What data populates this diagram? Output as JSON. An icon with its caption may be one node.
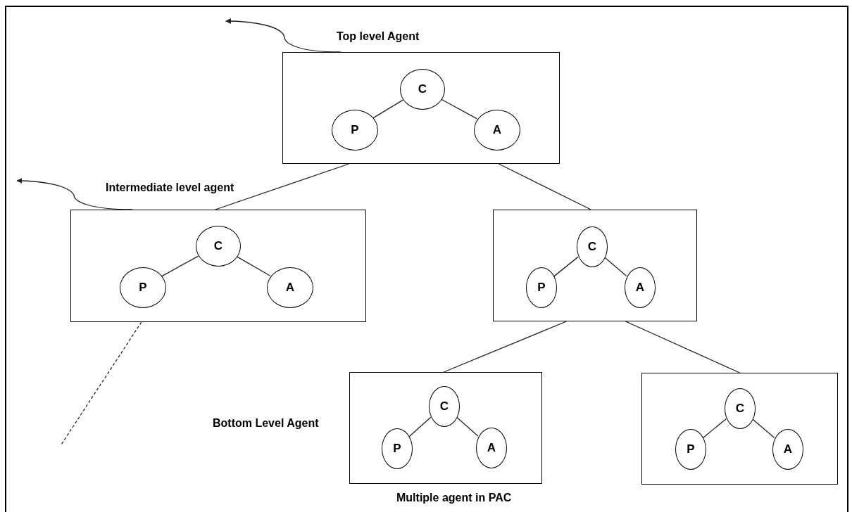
{
  "diagram": {
    "caption": "Multiple agent in PAC",
    "nodes": [
      {
        "text": [],
        "shape": "box",
        "beside": [
          "Top level Agent"
        ]
      },
      {
        "text": [
          "C"
        ],
        "in": 0
      },
      {
        "text": [
          "P"
        ],
        "in": 0
      },
      {
        "text": [
          "A"
        ],
        "in": 0
      },
      {
        "text": [],
        "shape": "box",
        "beside": [
          "Intermediate level agent"
        ]
      },
      {
        "text": [
          "C"
        ],
        "in": 4
      },
      {
        "text": [
          "P"
        ],
        "in": 4
      },
      {
        "text": [
          "A"
        ],
        "in": 4
      },
      {
        "text": [],
        "shape": "box"
      },
      {
        "text": [
          "C"
        ],
        "in": 8
      },
      {
        "text": [
          "P"
        ],
        "in": 8
      },
      {
        "text": [
          "A"
        ],
        "in": 8
      },
      {
        "text": [],
        "shape": "box",
        "beside": [
          "Bottom Level Agent"
        ]
      },
      {
        "text": [
          "C"
        ],
        "in": 12
      },
      {
        "text": [
          "P"
        ],
        "in": 12
      },
      {
        "text": [
          "A"
        ],
        "in": 12
      },
      {
        "text": [],
        "shape": "box"
      },
      {
        "text": [
          "C"
        ],
        "in": 16
      },
      {
        "text": [
          "P"
        ],
        "in": 16
      },
      {
        "text": [
          "A"
        ],
        "in": 16
      }
    ],
    "edges": [
      {
        "from": 1,
        "to": 2,
        "arrow": "none"
      },
      {
        "from": 1,
        "to": 3,
        "arrow": "none"
      },
      {
        "from": 0,
        "to": 4,
        "arrow": "none"
      },
      {
        "from": 0,
        "to": 8,
        "arrow": "none"
      },
      {
        "from": 5,
        "to": 6,
        "arrow": "none"
      },
      {
        "from": 5,
        "to": 7,
        "arrow": "none"
      },
      {
        "from": 9,
        "to": 10,
        "arrow": "none"
      },
      {
        "from": 9,
        "to": 11,
        "arrow": "none"
      },
      {
        "from": 8,
        "to": 12,
        "arrow": "none"
      },
      {
        "from": 8,
        "to": 16,
        "arrow": "none"
      },
      {
        "from": 13,
        "to": 14,
        "arrow": "none"
      },
      {
        "from": 13,
        "to": 15,
        "arrow": "none"
      },
      {
        "from": 17,
        "to": 18,
        "arrow": "none"
      },
      {
        "from": 17,
        "to": 19,
        "arrow": "none"
      },
      {
        "from": 0,
        "to": null,
        "arrow": "to"
      },
      {
        "from": 4,
        "to": null,
        "arrow": "to"
      },
      {
        "from": 4,
        "to": null,
        "arrow": "none",
        "style": "dashed"
      }
    ]
  }
}
